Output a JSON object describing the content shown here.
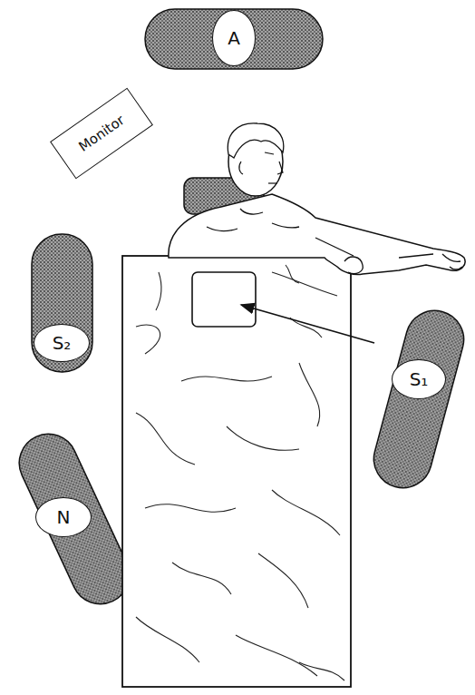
{
  "diagram": {
    "nodes": [
      {
        "text": [
          "A"
        ]
      },
      {
        "text": [
          "Monitor"
        ]
      },
      {
        "text": [
          "S₂"
        ]
      },
      {
        "text": [
          "S₁"
        ]
      },
      {
        "text": [
          "N"
        ]
      }
    ]
  }
}
